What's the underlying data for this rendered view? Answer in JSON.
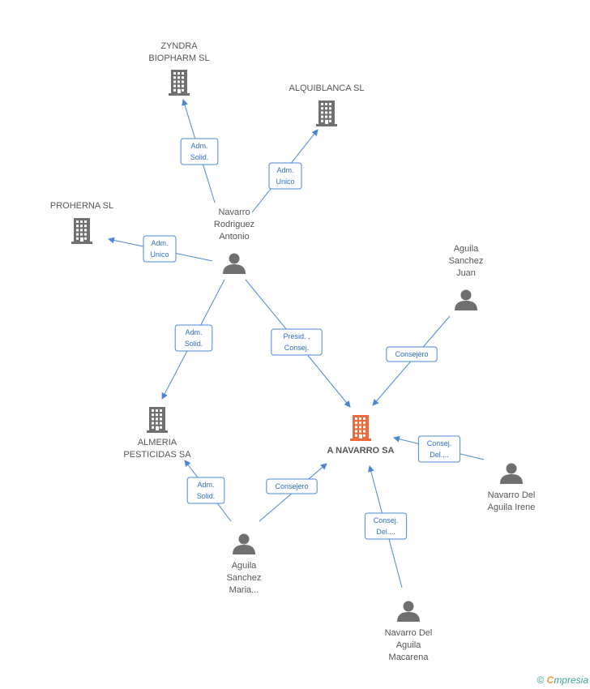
{
  "colors": {
    "company": "#707070",
    "company_main": "#ef6a3a",
    "person": "#6f6f6f",
    "edge": "#4a88d6"
  },
  "nodes": [
    {
      "id": "zyndra",
      "kind": "company",
      "lines": [
        "ZYNDRA",
        "BIOPHARM SL"
      ]
    },
    {
      "id": "alquiblanca",
      "kind": "company",
      "lines": [
        "ALQUIBLANCA SL"
      ]
    },
    {
      "id": "proherna",
      "kind": "company",
      "lines": [
        "PROHERNA SL"
      ]
    },
    {
      "id": "navarro_rodriguez",
      "kind": "person",
      "lines": [
        "Navarro",
        "Rodriguez",
        "Antonio"
      ]
    },
    {
      "id": "aguila_juan",
      "kind": "person",
      "lines": [
        "Aguila",
        "Sanchez",
        "Juan"
      ]
    },
    {
      "id": "almeria",
      "kind": "company",
      "lines": [
        "ALMERIA",
        "PESTICIDAS SA"
      ]
    },
    {
      "id": "anavarro",
      "kind": "company_main",
      "lines": [
        "A NAVARRO SA"
      ]
    },
    {
      "id": "navarro_irene",
      "kind": "person",
      "lines": [
        "Navarro Del",
        "Aguila Irene"
      ]
    },
    {
      "id": "aguila_maria",
      "kind": "person",
      "lines": [
        "Aguila",
        "Sanchez",
        "Maria..."
      ]
    },
    {
      "id": "navarro_macarena",
      "kind": "person",
      "lines": [
        "Navarro Del",
        "Aguila",
        "Macarena"
      ]
    }
  ],
  "edges": [
    {
      "id": "e1",
      "lines": [
        "Adm.",
        "Solid."
      ]
    },
    {
      "id": "e2",
      "lines": [
        "Adm.",
        "Unico"
      ]
    },
    {
      "id": "e3",
      "lines": [
        "Adm.",
        "Unico"
      ]
    },
    {
      "id": "e4",
      "lines": [
        "Adm.",
        "Solid."
      ]
    },
    {
      "id": "e5",
      "lines": [
        "Presid. ,",
        "Consej."
      ]
    },
    {
      "id": "e6",
      "lines": [
        "Consejero"
      ]
    },
    {
      "id": "e7",
      "lines": [
        "Consej.",
        "Del...."
      ]
    },
    {
      "id": "e8",
      "lines": [
        "Adm.",
        "Solid."
      ]
    },
    {
      "id": "e9",
      "lines": [
        "Consejero"
      ]
    },
    {
      "id": "e10",
      "lines": [
        "Consej.",
        "Del...."
      ]
    }
  ],
  "footer": {
    "copyright": "©",
    "brand_initial": "C",
    "brand_rest": "mpresia"
  }
}
